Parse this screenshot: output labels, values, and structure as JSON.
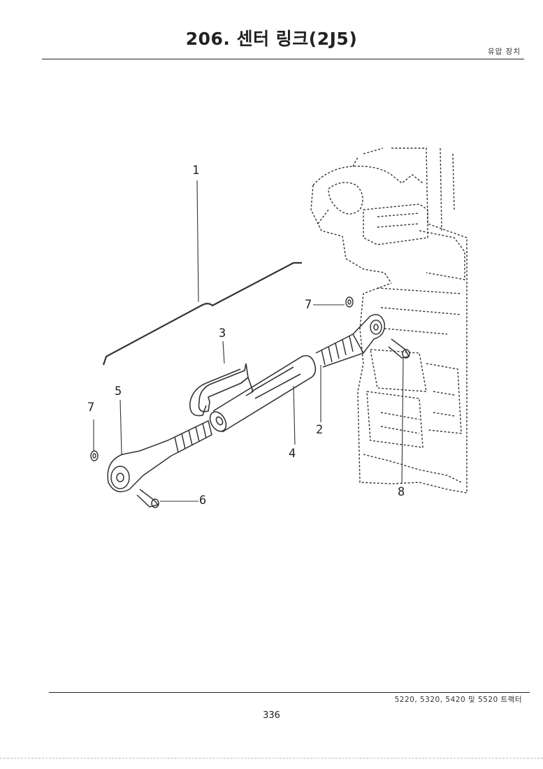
{
  "header": {
    "title": "206. 센터 링크(2J5)",
    "section": "유압 장치"
  },
  "figure": {
    "callouts": [
      "1",
      "2",
      "3",
      "4",
      "5",
      "6",
      "7",
      "7",
      "8"
    ]
  },
  "footer": {
    "model": "5220, 5320, 5420 및 5520 트랙터",
    "page": "336"
  }
}
